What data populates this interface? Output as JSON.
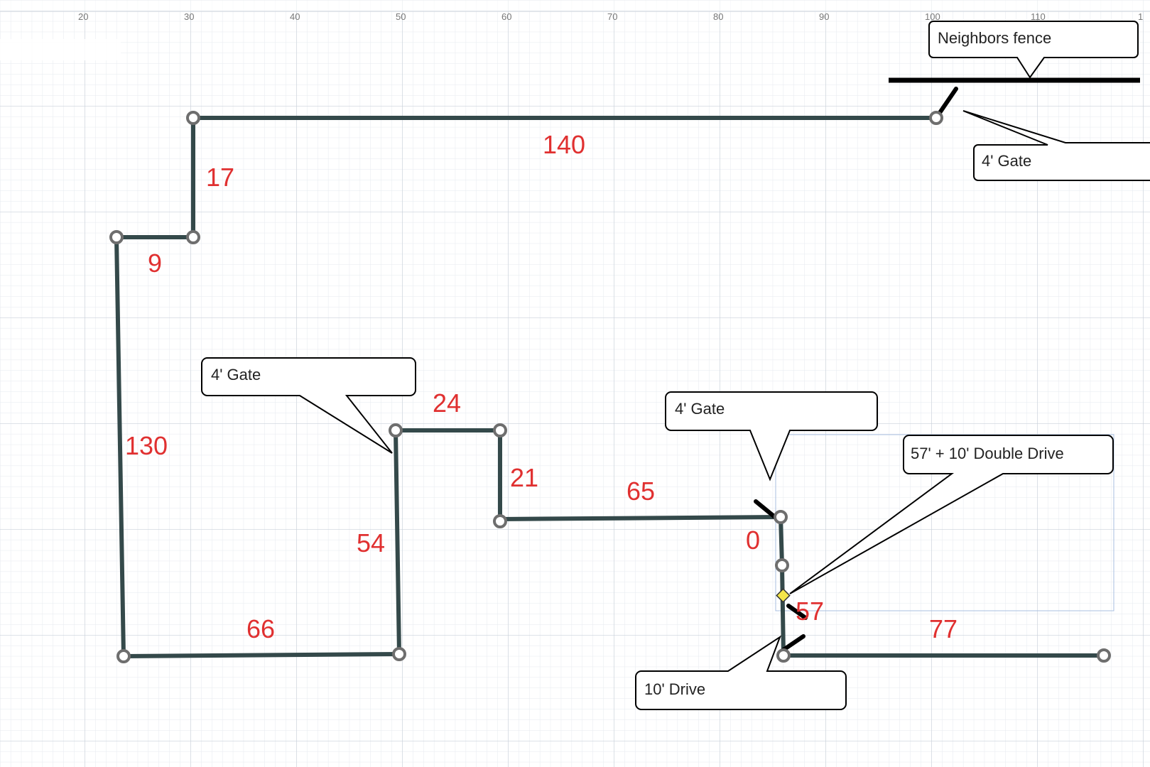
{
  "ruler": {
    "labels": [
      "20",
      "30",
      "40",
      "50",
      "60",
      "70",
      "80",
      "90",
      "100",
      "110",
      "1"
    ]
  },
  "diagram": {
    "dimensions": {
      "d140": "140",
      "d17": "17",
      "d9": "9",
      "d130": "130",
      "d66": "66",
      "d54": "54",
      "d24": "24",
      "d21": "21",
      "d65": "65",
      "d0": "0",
      "d57": "57",
      "d77": "77"
    },
    "callouts": {
      "neighbors_fence": "Neighbors fence",
      "gate_top": "4' Gate",
      "gate_left": "4' Gate",
      "gate_mid": "4' Gate",
      "double_drive": "57' + 10' Double Drive",
      "drive": "10' Drive"
    },
    "colors": {
      "fence": "#34494a",
      "dimension": "#e03030",
      "grid": "#dde3ea",
      "handle": "#f5e64a"
    }
  }
}
